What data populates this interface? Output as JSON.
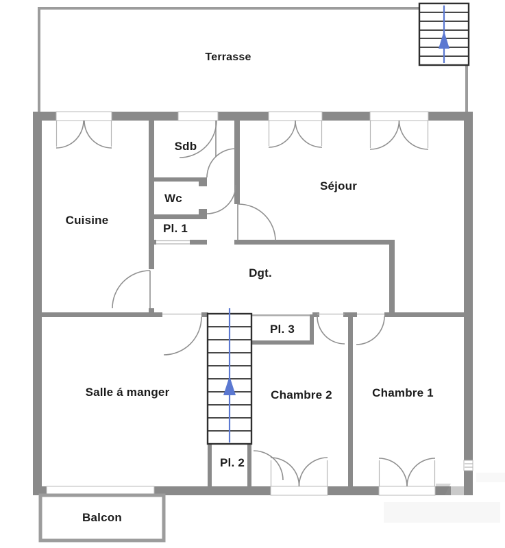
{
  "title": "Floor plan",
  "rooms": {
    "terrasse": {
      "label": "Terrasse"
    },
    "sdb": {
      "label": "Sdb"
    },
    "wc": {
      "label": "Wc"
    },
    "pl1": {
      "label": "Pl. 1"
    },
    "cuisine": {
      "label": "Cuisine"
    },
    "sejour": {
      "label": "Séjour"
    },
    "dgt": {
      "label": "Dgt."
    },
    "pl3": {
      "label": "Pl. 3"
    },
    "salle_a_manger": {
      "label": "Salle á manger"
    },
    "chambre2": {
      "label": "Chambre 2"
    },
    "chambre1": {
      "label": "Chambre 1"
    },
    "pl2": {
      "label": "Pl. 2"
    },
    "balcon": {
      "label": "Balcon"
    }
  },
  "stairs": {
    "upper_right": {
      "direction": "up"
    },
    "central": {
      "direction": "up"
    }
  },
  "colors": {
    "background": "#ffffff",
    "wall": "#8a8a8a",
    "thin_wall": "#9c9c9c",
    "window_line": "#b9b9b9",
    "stair_outline": "#2e2e2e",
    "stair_arrow_blue": "#5b78d1",
    "label_text": "#1b1b1b"
  }
}
